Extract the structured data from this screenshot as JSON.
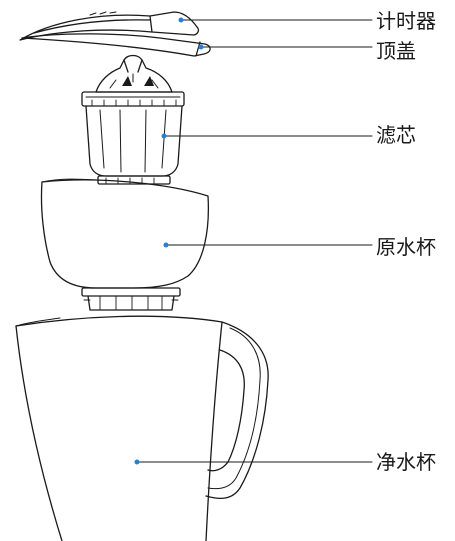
{
  "diagram": {
    "labels": {
      "timer": "计时器",
      "top_lid": "顶盖",
      "filter_cartridge": "滤芯",
      "raw_water_cup": "原水杯",
      "purified_water_cup": "净水杯"
    },
    "colors": {
      "line": "#1a1a1a",
      "leader_dot": "#2a7fd4",
      "text": "#1a1a1a"
    }
  }
}
